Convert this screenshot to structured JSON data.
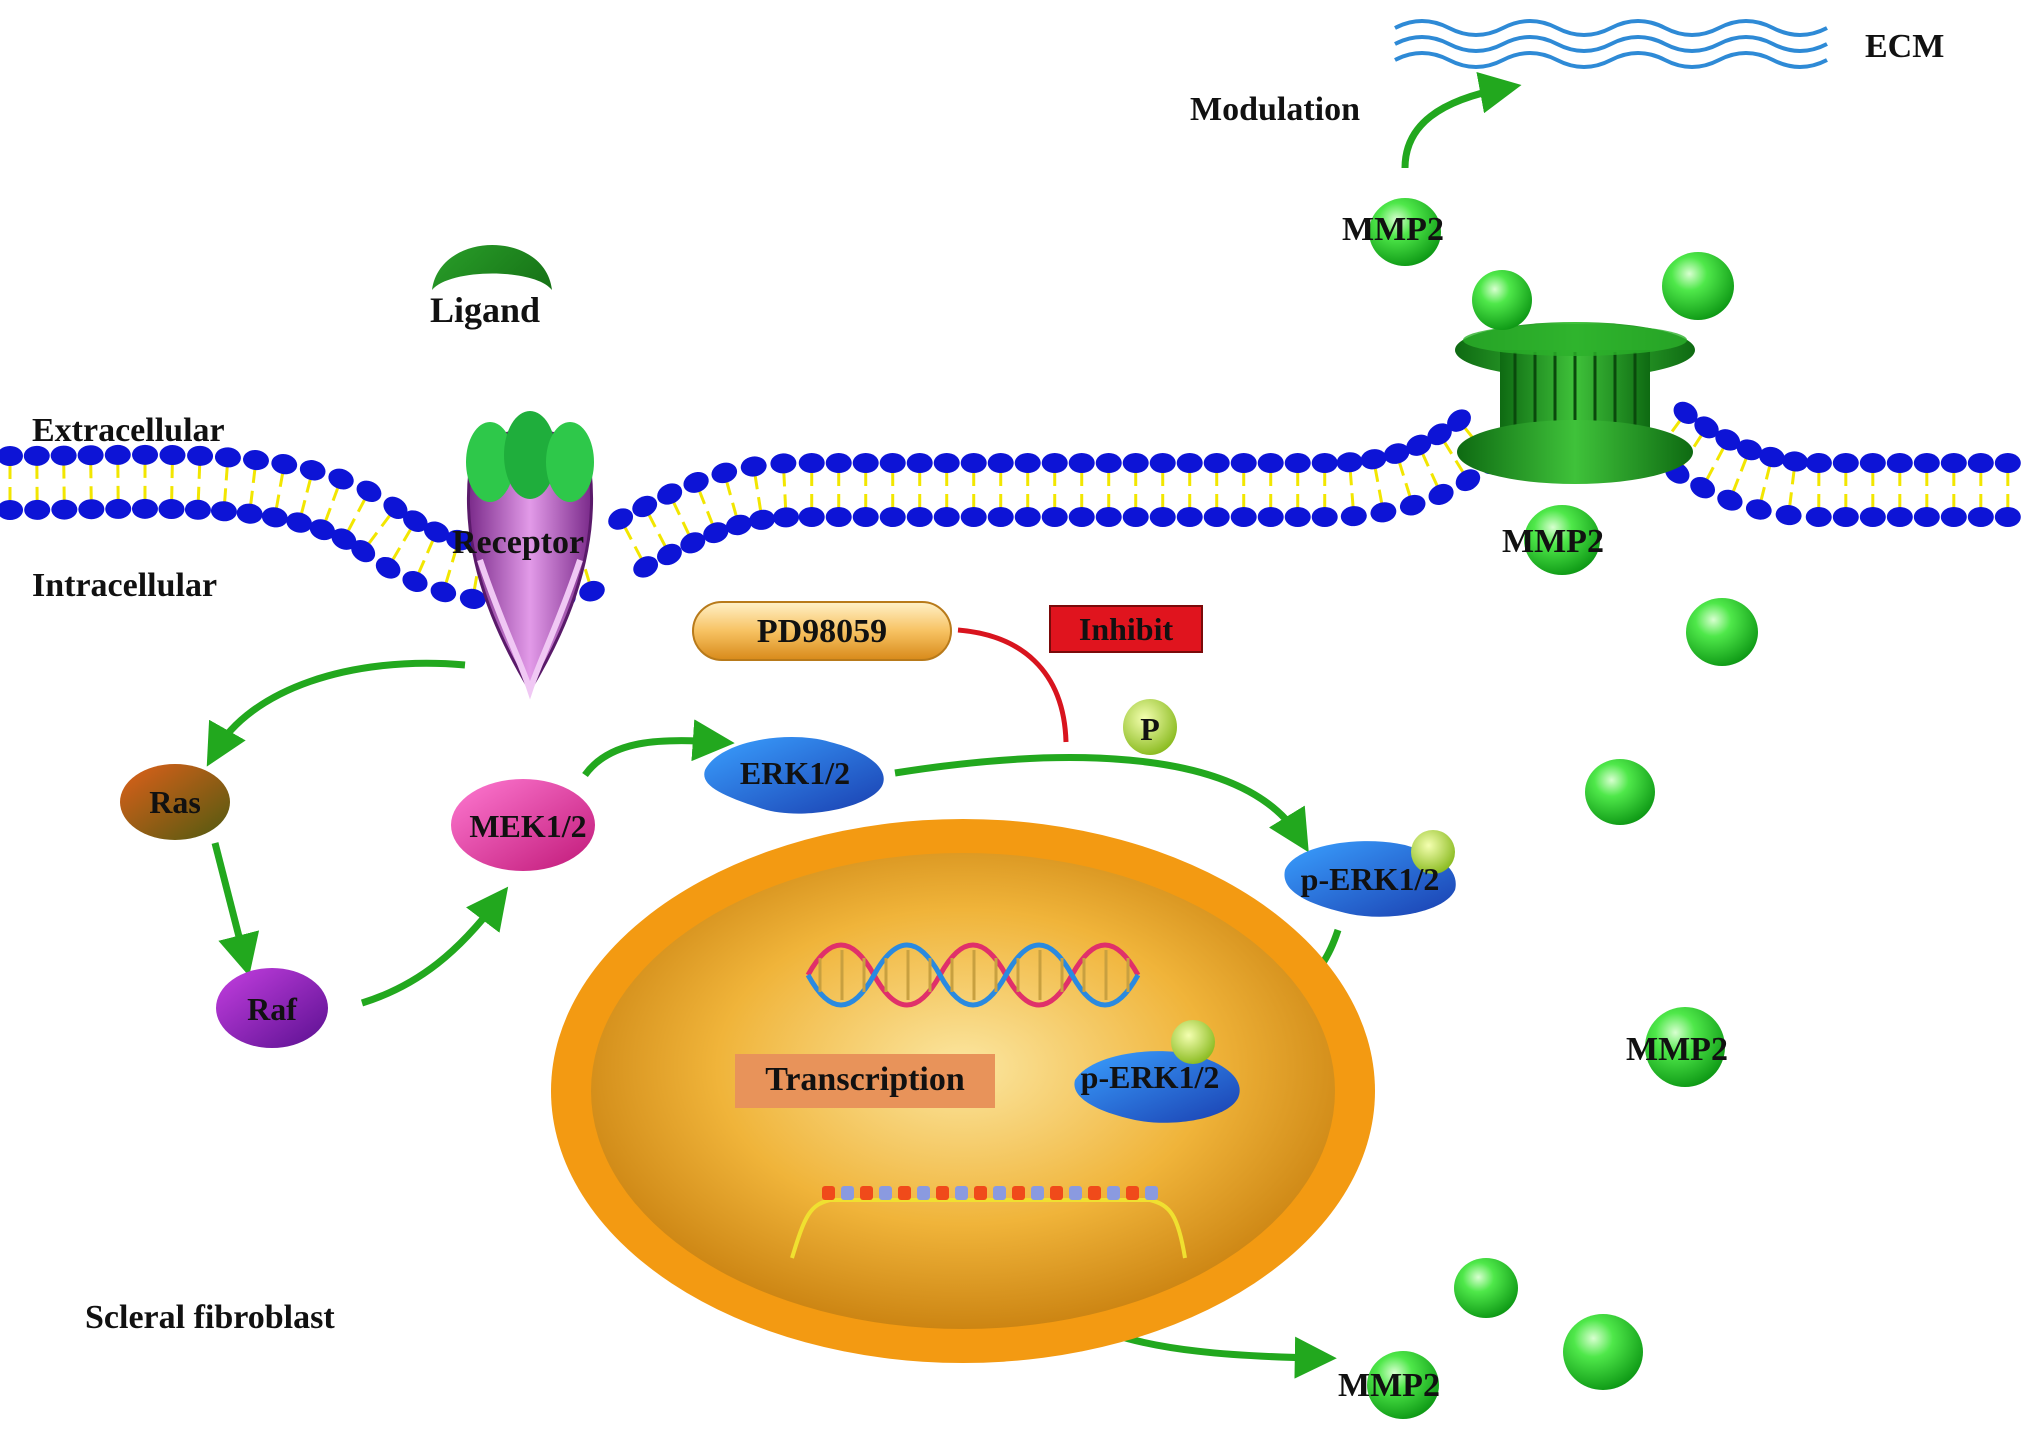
{
  "labels": {
    "ecm": "ECM",
    "modulation": "Modulation",
    "mmp2": "MMP2",
    "ligand": "Ligand",
    "extracellular": "Extracellular",
    "intracellular": "Intracellular",
    "receptor": "Receptor",
    "pd98059": "PD98059",
    "inhibit": "Inhibit",
    "phosphate": "P",
    "ras": "Ras",
    "raf": "Raf",
    "mek": "MEK1/2",
    "erk": "ERK1/2",
    "perk": "p-ERK1/2",
    "transcription": "Transcription",
    "cell": "Scleral fibroblast"
  },
  "colors": {
    "membrane_head": "#0d14d6",
    "membrane_tail": "#f2e600",
    "arrow": "#22a81e",
    "inhibit_line": "#d8141e",
    "inhibit_box": "#e0141e",
    "nucleus_outer": "#f39a12",
    "nucleus_inner": "#e8a21a",
    "mmp2_sphere": "#27d727",
    "ras": "#9b4a14",
    "raf": "#8a1fa8",
    "mek": "#e43c9c",
    "erk": "#2a6fd6",
    "pd98059": "#f5b14c",
    "transcription_box": "#e8935a",
    "ligand": "#1f8a1f",
    "receptor": "#b05ab8"
  },
  "icons": [
    "ligand-icon",
    "receptor-icon",
    "membrane-channel-icon",
    "dna-helix-icon",
    "mrna-strand-icon",
    "ecm-fiber-icon",
    "mmp2-sphere-icon",
    "phosphate-icon"
  ]
}
